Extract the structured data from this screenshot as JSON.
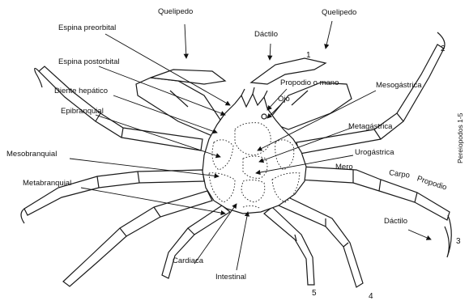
{
  "labels": {
    "quelipedo_left": "Quelipedo",
    "quelipedo_right": "Quelipedo",
    "dactilo_top": "Dáctilo",
    "espina_preorbital": "Espina preorbital",
    "espina_postorbital": "Espina postorbital",
    "diente_hepatico": "Diente hepático",
    "epibranquial": "Epibranquial",
    "mesobranquial": "Mesobranquial",
    "metabranquial": "Metabranquial",
    "propodio_o_mano": "Propodio o mano",
    "ojo": "Ojo",
    "mesogastrica": "Mesogástrica",
    "metagastrica": "Metagástrica",
    "urogastrica": "Urogástrica",
    "mero": "Mero",
    "carpo": "Carpo",
    "propodio": "Propodio",
    "dactilo_right": "Dáctilo",
    "cardiaca": "Cardiaca",
    "intestinal": "Intestinal",
    "pereiopodos": "Pereiopodos 1-5"
  },
  "numbers": {
    "n1": "1",
    "n2": "2",
    "n3": "3",
    "n4": "4",
    "n5": "5"
  },
  "colors": {
    "ink": "#111111",
    "background": "#ffffff"
  }
}
